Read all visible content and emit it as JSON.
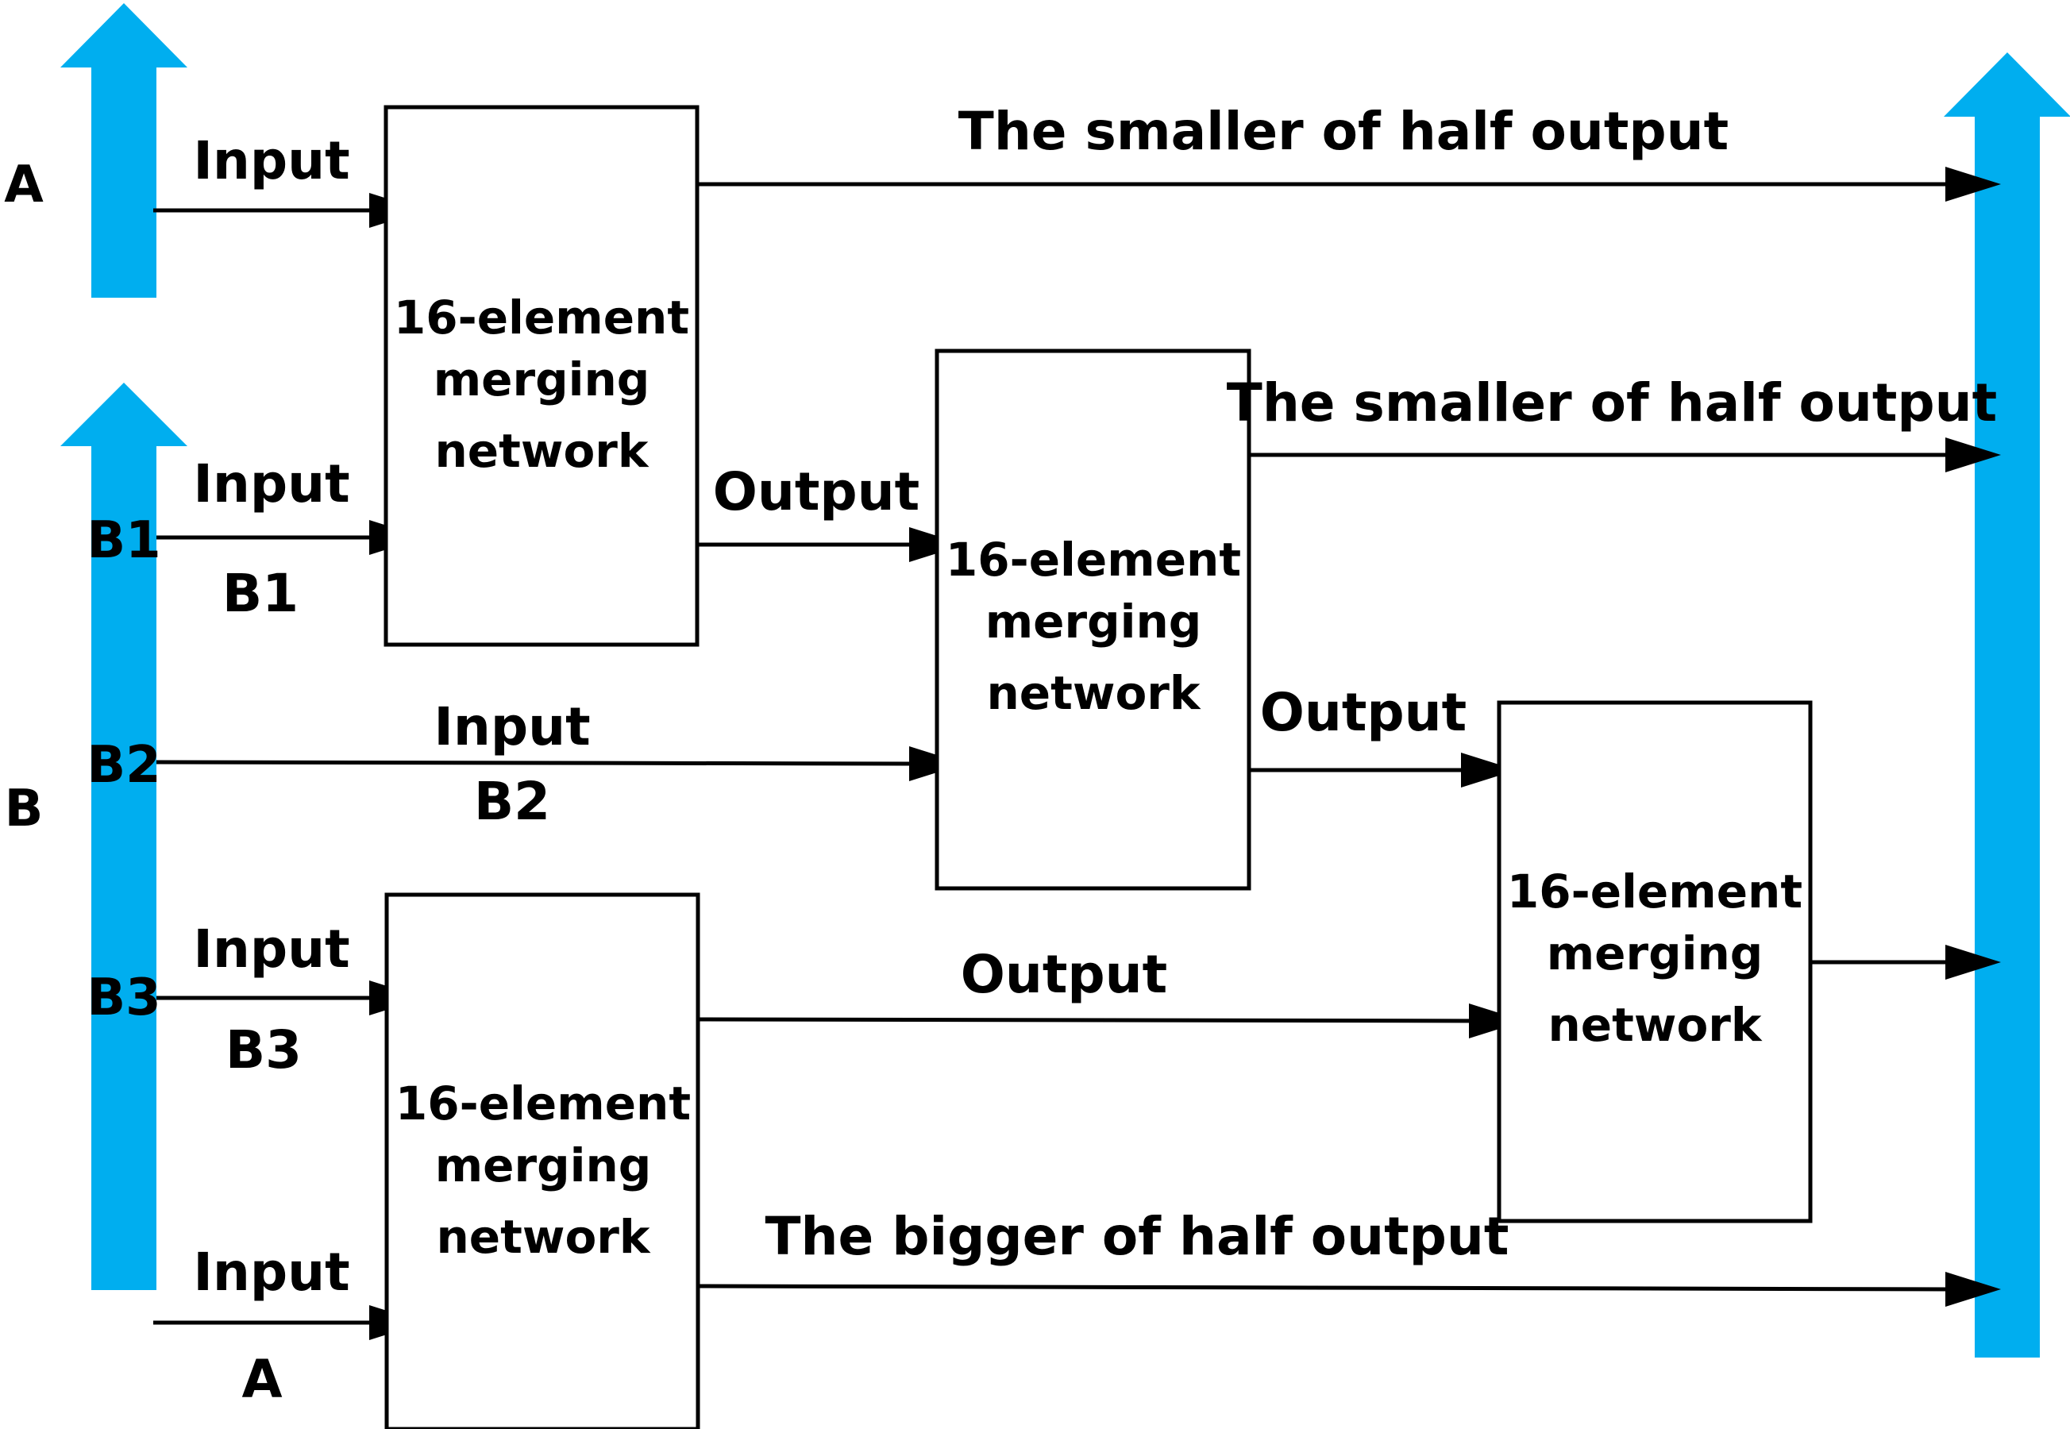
{
  "colors": {
    "bus": "#00AEEF",
    "ink": "#000000"
  },
  "sides": {
    "a": "A",
    "b": "B"
  },
  "bus_b_taps": [
    "B1",
    "B2",
    "B3"
  ],
  "boxes": [
    {
      "id": "box-1",
      "lines": [
        "16-element",
        "merging",
        "network"
      ]
    },
    {
      "id": "box-2",
      "lines": [
        "16-element",
        "merging",
        "network"
      ]
    },
    {
      "id": "box-3",
      "lines": [
        "16-element",
        "merging",
        "network"
      ]
    },
    {
      "id": "box-4",
      "lines": [
        "16-element",
        "merging",
        "network"
      ]
    }
  ],
  "inputs": [
    {
      "label": "Input",
      "sub": ""
    },
    {
      "label": "Input",
      "sub": "B1"
    },
    {
      "label": "Input",
      "sub": "B2"
    },
    {
      "label": "Input",
      "sub": "B3"
    },
    {
      "label": "Input",
      "sub": "A"
    }
  ],
  "outputs": {
    "smaller_half_1": "The smaller of half output",
    "smaller_half_2": "The smaller of half output",
    "bigger_half": "The bigger of half output",
    "output_1": "Output",
    "output_2": "Output",
    "output_3": "Output"
  }
}
